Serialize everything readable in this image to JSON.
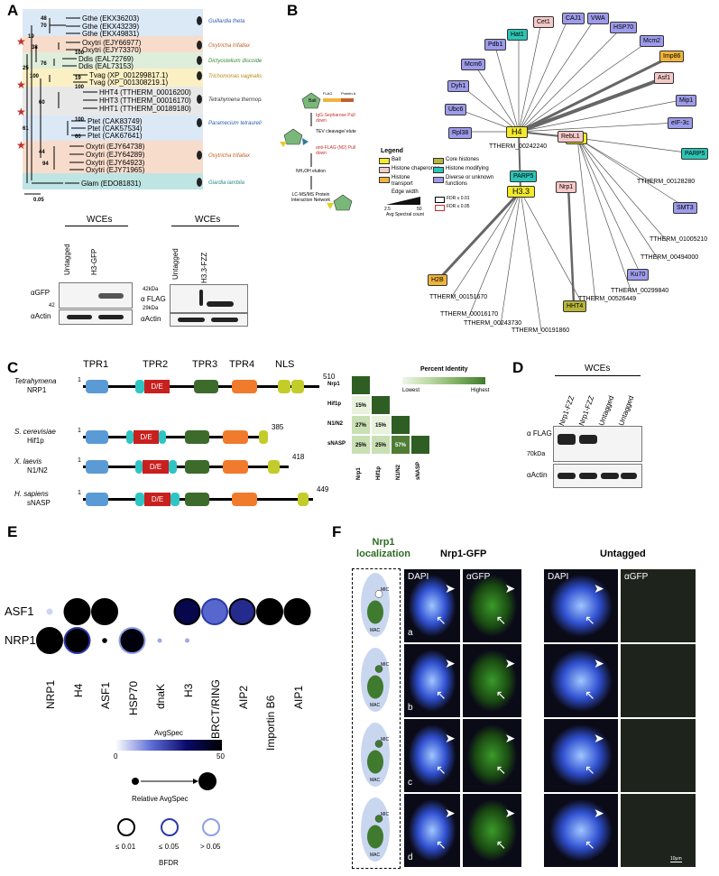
{
  "panels": {
    "A": "A",
    "B": "B",
    "C": "C",
    "D": "D",
    "E": "E",
    "F": "F"
  },
  "panelA": {
    "taxa": [
      {
        "label": "Gthe (EKX36203)"
      },
      {
        "label": "Gthe (EKX43239)"
      },
      {
        "label": "Gthe (EKX49831)"
      },
      {
        "label": "Oxytri (EJY66977)"
      },
      {
        "label": "Oxytri (EJY73370)"
      },
      {
        "label": "Ddis (EAL72769)"
      },
      {
        "label": "Ddis (EAL73153)"
      },
      {
        "label": "Tvag (XP_001299817.1)"
      },
      {
        "label": "Tvag (XP_001308219.1)"
      },
      {
        "label": "HHT4 (TTHERM_00016200)"
      },
      {
        "label": "HHT3 (TTHERM_00016170)"
      },
      {
        "label": "HHT1 (TTHERM_00189180)"
      },
      {
        "label": "Ptet (CAK83749)"
      },
      {
        "label": "Ptet (CAK57534)"
      },
      {
        "label": "Ptet (CAK67641)"
      },
      {
        "label": "Oxytri (EJY64738)"
      },
      {
        "label": "Oxytri (EJY64289)"
      },
      {
        "label": "Oxytri (EJY64923)"
      },
      {
        "label": "Oxytri (EJY71965)"
      },
      {
        "label": "Glam (EDO81831)"
      }
    ],
    "species": [
      {
        "label": "Guillardia theta",
        "color": "#2a5fa8"
      },
      {
        "label": "Oxytricha trifallax",
        "color": "#c0602a"
      },
      {
        "label": "Dictyostelium discoideum",
        "color": "#3a8a3a"
      },
      {
        "label": "Trichomonas vaginalis",
        "color": "#b88a10"
      },
      {
        "label": "Tetrahymena thermophila",
        "color": "#333333"
      },
      {
        "label": "Paramecium tetraurelia",
        "color": "#2a5fa8"
      },
      {
        "label": "Oxytricha trifallax",
        "color": "#c0602a"
      },
      {
        "label": "Giardia lamblia",
        "color": "#2a8a8a"
      }
    ],
    "bootstrap": [
      "48",
      "70",
      "19",
      "38",
      "100",
      "25",
      "76",
      "100",
      "19",
      "100",
      "60",
      "61",
      "100",
      "60",
      "44",
      "94",
      "0.05"
    ],
    "wce_left": {
      "title": "WCEs",
      "lanes": [
        "Untagged",
        "H3-GFP"
      ],
      "rows": [
        "αGFP",
        "αActin"
      ],
      "marker": "42"
    },
    "wce_right": {
      "title": "WCEs",
      "lanes": [
        "Untagged",
        "H3.3-FZZ"
      ],
      "rows": [
        "α FLAG",
        "αActin"
      ],
      "markers": [
        "42kDa",
        "29kDa"
      ]
    }
  },
  "panelB": {
    "nodes": {
      "h4": "H4",
      "h3": "H3",
      "h33": "H3.3",
      "nrp1": "Nrp1",
      "rebl1": "RebL1",
      "h2b": "H2B",
      "hht4": "HHT4",
      "hat1": "Hat1",
      "cet1": "Cet1",
      "caj1": "CAJ1",
      "vwa": "VWA",
      "hsp70": "HSP70",
      "mcm2": "Mcm2",
      "imp86": "Imp86",
      "asf1": "Asf1",
      "eif3c": "eIF-3c",
      "mip1": "Mip1",
      "parp5a": "PARP5",
      "parp5b": "PARP5",
      "smt3": "SMT3",
      "ku70": "Ku70",
      "pdb1": "Pdb1",
      "mcm6": "Mcm6",
      "dyh1": "Dyh1",
      "ubc6": "Ubc6",
      "rpl38": "Rpl38"
    },
    "tags": {
      "t1": "TTHERM_00242240",
      "t2": "TTHERM_00128280",
      "t3": "TTHERM_01005210",
      "t4": "TTHERM_00494000",
      "t5": "TTHERM_00151670",
      "t6": "TTHERM_00016170",
      "t7": "TTHERM_00299840",
      "t8": "TTHERM_00526449",
      "t9": "TTHERM_00243730",
      "t10": "TTHERM_00191860"
    },
    "legend": {
      "title": "Legend",
      "items": [
        "Bait",
        "Histone chaperones",
        "Histone transport",
        "Core histones",
        "Histone modifying",
        "Diverse or unknown functions"
      ],
      "edge_title": "Edge width",
      "edge_min": "2.5",
      "edge_max": "50",
      "edge_caption": "Avg Spectral count",
      "fdr1": "FDR ≤ 0.01",
      "fdr2": "FDR ≤ 0.05"
    },
    "workflow": {
      "bait": "Bait",
      "s1": "IgG-Sepharose Pull down",
      "s2": "TEV cleavage/ elute",
      "s3": "anti-FLAG (M2) Pull down",
      "s4": "NH₄OH elution",
      "s5": "LC-MS/MS Protein Interaction Network",
      "tag1": "FLAG",
      "tag2": "Protein A"
    }
  },
  "panelC": {
    "domains": [
      "TPR1",
      "TPR2",
      "TPR3",
      "TPR4",
      "NLS"
    ],
    "proteins": [
      {
        "species": "Tetrahymena",
        "name": "NRP1",
        "len": "510",
        "start": "1"
      },
      {
        "species": "S. cerevisiae",
        "name": "Hif1p",
        "len": "385",
        "start": "1"
      },
      {
        "species": "X. laevis",
        "name": "N1/N2",
        "len": "418",
        "start": "1"
      },
      {
        "species": "H. sapiens",
        "name": "sNASP",
        "len": "449",
        "start": "1"
      }
    ],
    "de": "D/E",
    "matrix": {
      "rows": [
        "Nrp1",
        "Hif1p",
        "N1/N2",
        "sNASP"
      ],
      "cols": [
        "Nrp1",
        "Hif1p",
        "N1/N2",
        "sNASP"
      ],
      "values": [
        [
          "",
          "",
          "",
          ""
        ],
        [
          "15%",
          "",
          "",
          ""
        ],
        [
          "27%",
          "15%",
          "",
          ""
        ],
        [
          "25%",
          "25%",
          "57%",
          ""
        ]
      ]
    },
    "pid": {
      "title": "Percent Identity",
      "low": "Lowest",
      "high": "Highest"
    }
  },
  "panelD": {
    "title": "WCEs",
    "lanes": [
      "Nrp1-FZZ",
      "Nrp1-FZZ",
      "Untagged",
      "Untagged"
    ],
    "rows": [
      "α FLAG",
      "αActin"
    ],
    "marker": "70kDa"
  },
  "panelE": {
    "rows": [
      "ASF1",
      "NRP1"
    ],
    "cols": [
      "NRP1",
      "H4",
      "ASF1",
      "HSP70",
      "dnaK",
      "H3",
      "BRCT/RING",
      "AIP2",
      "Importin B6",
      "AIP1"
    ],
    "asf1": [
      {
        "v": 5,
        "r": 0.25,
        "b": "none"
      },
      {
        "v": 50,
        "r": 1,
        "b": "01"
      },
      {
        "v": 50,
        "r": 1,
        "b": "01"
      },
      {
        "v": 0,
        "r": 0,
        "b": "none"
      },
      {
        "v": 0,
        "r": 0,
        "b": "none"
      },
      {
        "v": 38,
        "r": 1,
        "b": "01"
      },
      {
        "v": 18,
        "r": 1,
        "b": "05"
      },
      {
        "v": 28,
        "r": 1,
        "b": "01"
      },
      {
        "v": 50,
        "r": 1,
        "b": "01"
      },
      {
        "v": 50,
        "r": 1,
        "b": "01"
      }
    ],
    "nrp1": [
      {
        "v": 50,
        "r": 1,
        "b": "01"
      },
      {
        "v": 50,
        "r": 1,
        "b": "05"
      },
      {
        "v": 50,
        "r": 0.2,
        "b": "none"
      },
      {
        "v": 48,
        "r": 1,
        "b": "gt"
      },
      {
        "v": 10,
        "r": 0.18,
        "b": "none"
      },
      {
        "v": 10,
        "r": 0.18,
        "b": "none"
      },
      {
        "v": 0,
        "r": 0,
        "b": "none"
      },
      {
        "v": 0,
        "r": 0,
        "b": "none"
      },
      {
        "v": 0,
        "r": 0,
        "b": "none"
      },
      {
        "v": 0,
        "r": 0,
        "b": "none"
      }
    ],
    "avgspec": {
      "title": "AvgSpec",
      "min": "0",
      "max": "50"
    },
    "relative": "Relative AvgSpec",
    "bfdr": {
      "items": [
        "≤ 0.01",
        "≤ 0.05",
        "> 0.05"
      ],
      "title": "BFDR"
    }
  },
  "panelF": {
    "localization": "Nrp1 localization",
    "cols": [
      "Nrp1-GFP",
      "Untagged"
    ],
    "sub": [
      "DAPI",
      "αGFP",
      "DAPI",
      "αGFP"
    ],
    "rows": [
      "a",
      "b",
      "c",
      "d"
    ],
    "mic": "MIC",
    "mac": "MAC",
    "scale": "10μm"
  }
}
